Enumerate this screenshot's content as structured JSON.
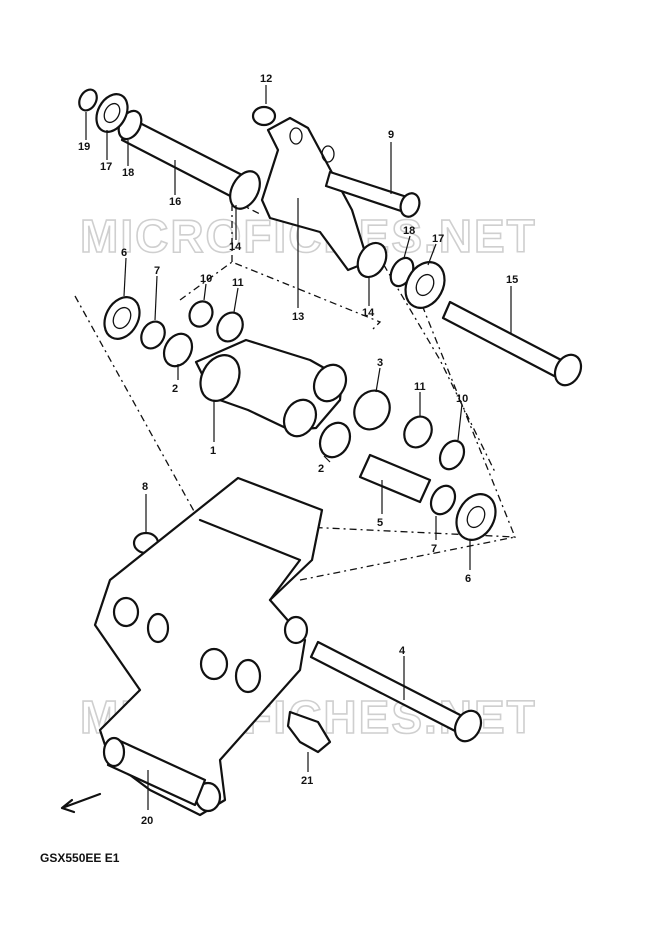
{
  "watermark": "MICROFICHES.NET",
  "model_code": "GSX550EE E1",
  "callouts": [
    {
      "id": "c19",
      "label": "19"
    },
    {
      "id": "c17a",
      "label": "17"
    },
    {
      "id": "c18a",
      "label": "18"
    },
    {
      "id": "c16",
      "label": "16"
    },
    {
      "id": "c12",
      "label": "12"
    },
    {
      "id": "c9",
      "label": "9"
    },
    {
      "id": "c14a",
      "label": "14"
    },
    {
      "id": "c18b",
      "label": "18"
    },
    {
      "id": "c17b",
      "label": "17"
    },
    {
      "id": "c6a",
      "label": "6"
    },
    {
      "id": "c7a",
      "label": "7"
    },
    {
      "id": "c10a",
      "label": "10"
    },
    {
      "id": "c11a",
      "label": "11"
    },
    {
      "id": "c13",
      "label": "13"
    },
    {
      "id": "c14b",
      "label": "14"
    },
    {
      "id": "c15",
      "label": "15"
    },
    {
      "id": "c2a",
      "label": "2"
    },
    {
      "id": "c1",
      "label": "1"
    },
    {
      "id": "c3",
      "label": "3"
    },
    {
      "id": "c11b",
      "label": "11"
    },
    {
      "id": "c10b",
      "label": "10"
    },
    {
      "id": "c2b",
      "label": "2"
    },
    {
      "id": "c5",
      "label": "5"
    },
    {
      "id": "c7b",
      "label": "7"
    },
    {
      "id": "c6b",
      "label": "6"
    },
    {
      "id": "c8",
      "label": "8"
    },
    {
      "id": "c4",
      "label": "4"
    },
    {
      "id": "c21",
      "label": "21"
    },
    {
      "id": "c20",
      "label": "20"
    }
  ]
}
